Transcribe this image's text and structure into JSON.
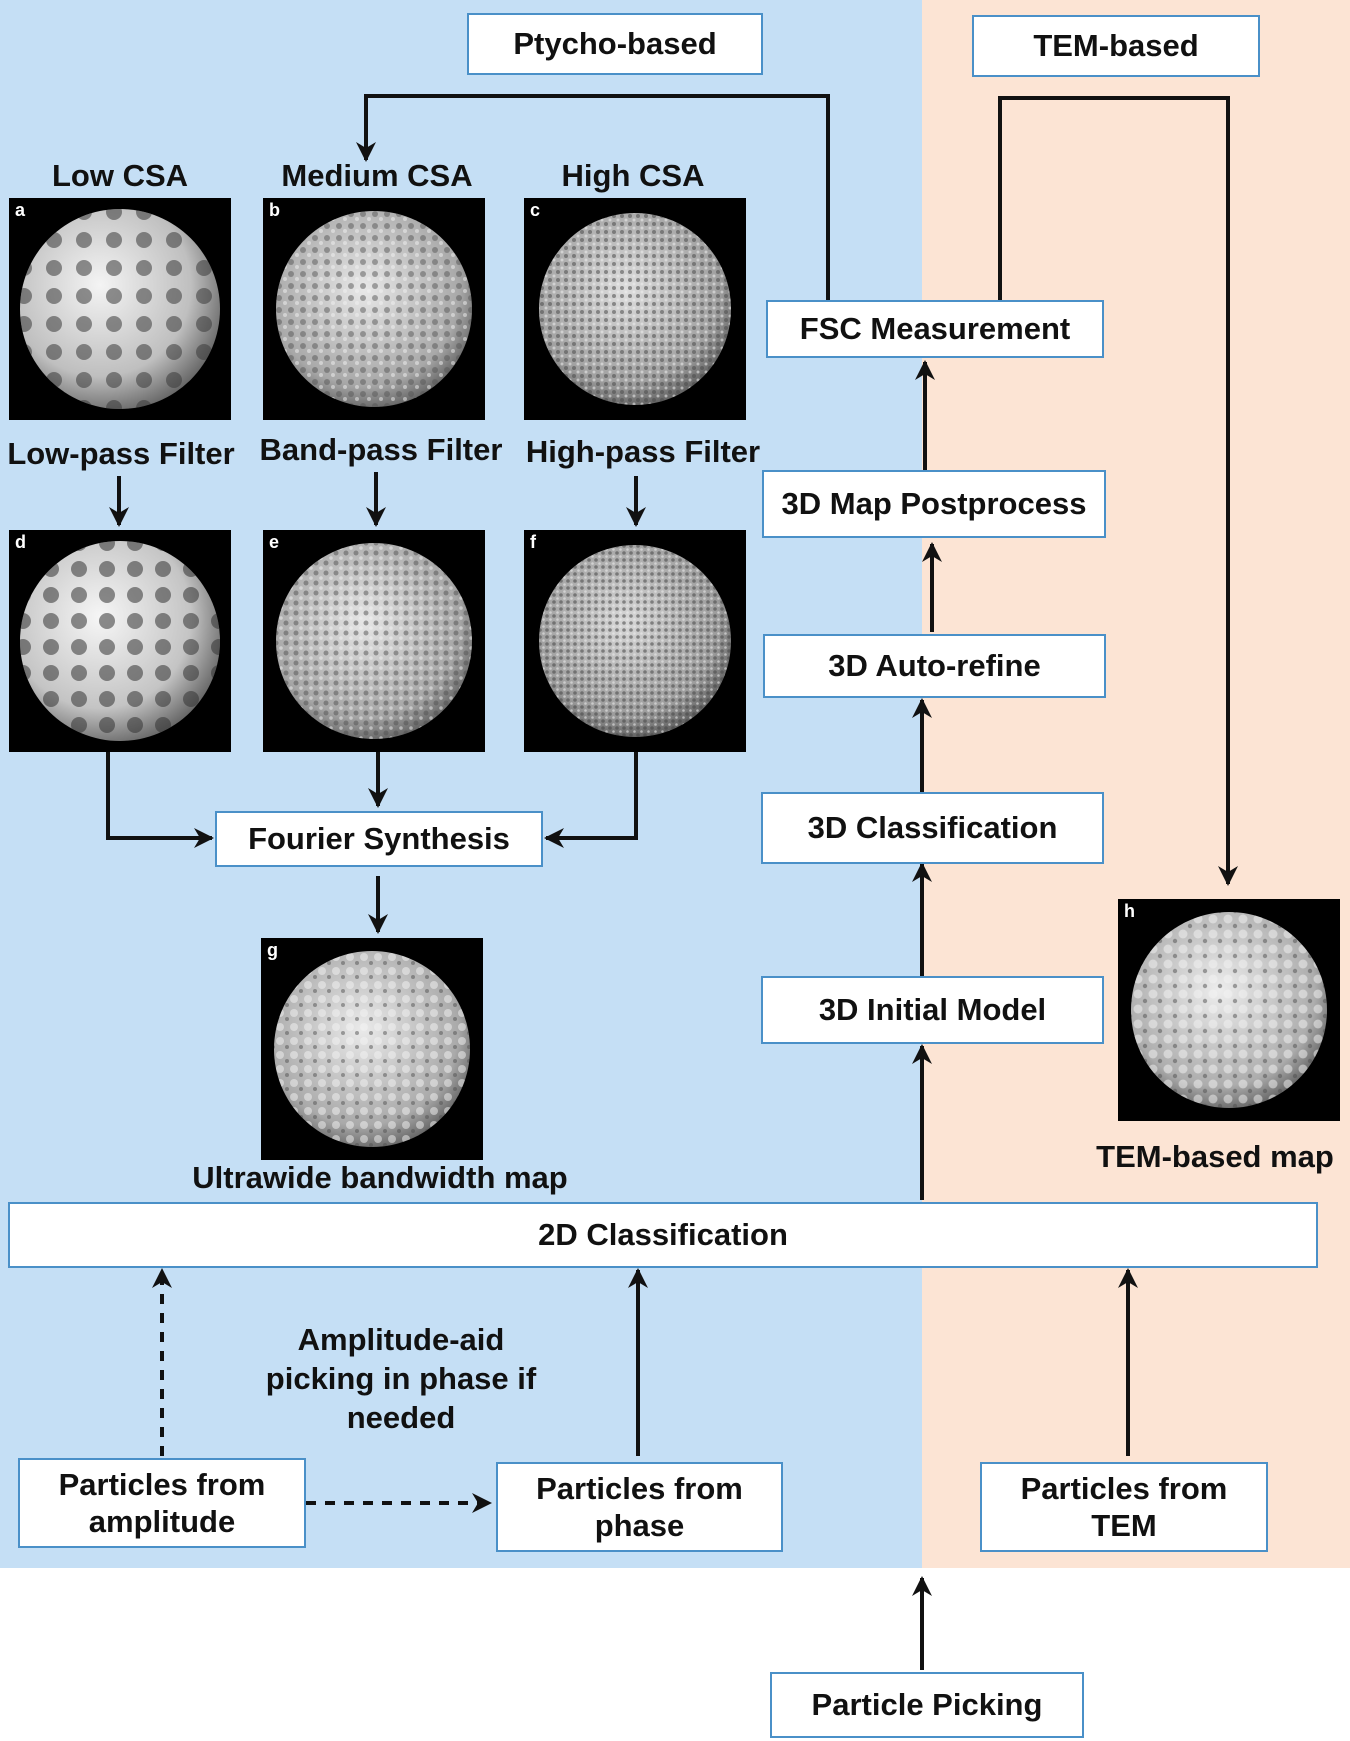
{
  "headers": {
    "ptycho": "Ptycho-based",
    "tem": "TEM-based"
  },
  "csa": {
    "low": "Low CSA",
    "medium": "Medium CSA",
    "high": "High CSA"
  },
  "filters": {
    "low": "Low-pass Filter",
    "band": "Band-pass Filter",
    "high": "High-pass Filter"
  },
  "panels": {
    "a": "a",
    "b": "b",
    "c": "c",
    "d": "d",
    "e": "e",
    "f": "f",
    "g": "g",
    "h": "h"
  },
  "steps": {
    "fourier": "Fourier Synthesis",
    "fsc": "FSC Measurement",
    "postprocess": "3D Map Postprocess",
    "autorefine": "3D Auto-refine",
    "classification3d": "3D Classification",
    "initial_model": "3D Initial Model",
    "classification2d": "2D Classification",
    "picking": "Particle Picking"
  },
  "maps": {
    "ultrawide": "Ultrawide bandwidth map",
    "tem": "TEM-based map"
  },
  "particles": {
    "amplitude_1": "Particles from",
    "amplitude_2": "amplitude",
    "phase_1": "Particles from",
    "phase_2": "phase",
    "tem_1": "Particles from",
    "tem_2": "TEM"
  },
  "note": {
    "line1": "Amplitude-aid",
    "line2": "picking in phase if",
    "line3": "needed"
  },
  "colors": {
    "ptycho_bg": "#c5dff5",
    "tem_bg": "#fce4d4",
    "box_border": "#4a90c8",
    "arrow": "#111111"
  }
}
